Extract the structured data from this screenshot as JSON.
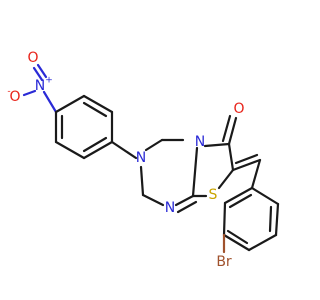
{
  "atoms": {
    "nitro_n": {
      "label": "N",
      "charge": "+",
      "color": "#2a2ad6"
    },
    "nitro_o_top": {
      "label": "O",
      "color": "#e8231a"
    },
    "nitro_o_left": {
      "label": "O",
      "charge": "-",
      "color": "#e8231a"
    },
    "ring_n3": {
      "label": "N",
      "color": "#2a2ad6"
    },
    "ring_n5": {
      "label": "N",
      "color": "#2a2ad6"
    },
    "imine_n": {
      "label": "N",
      "color": "#2a2ad6"
    },
    "sulfur": {
      "label": "S",
      "color": "#c9a400"
    },
    "carbonyl_o": {
      "label": "O",
      "color": "#e8231a"
    },
    "bromine": {
      "label": "Br",
      "color": "#a0522d"
    }
  }
}
